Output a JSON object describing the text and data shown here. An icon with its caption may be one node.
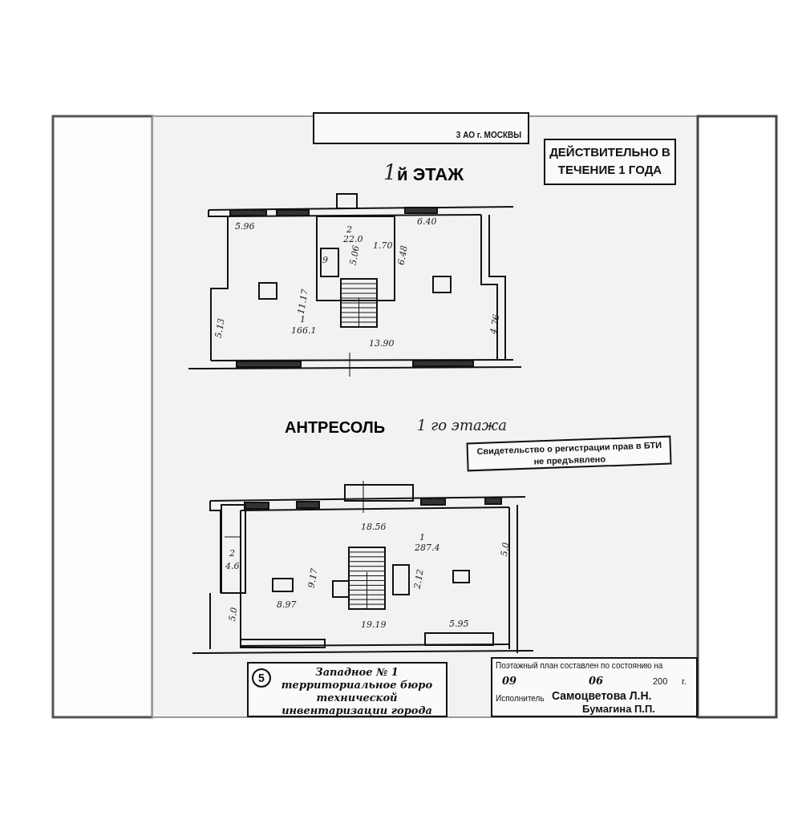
{
  "diagram": {
    "nodes": [
      {
        "text": [
          "3 АО г. МОСКВЫ"
        ]
      },
      {
        "text": [
          "ДЕЙСТВИТЕЛЬНО В ТЕЧЕНИЕ 1 ГОДА"
        ]
      },
      {
        "text": [
          "Свидетельство о регистрации прав в БТИ не предъявлено"
        ]
      },
      {
        "text": [
          "5",
          "Западное № 1 территориальное бюро технической инвентаризации города Москвы"
        ]
      },
      {
        "text": [
          "Поэтажный план составлен по состоянию на",
          "09",
          "06",
          "200",
          "г.",
          "Исполнитель",
          "Самоцветова Л.Н.",
          "Бумагина П.П."
        ]
      }
    ],
    "labels": [
      "1",
      "й ЭТАЖ",
      "5.96",
      "2",
      "22.0",
      "5.06",
      "1.70",
      "6.48",
      "9",
      "6.40",
      "11.17",
      "1",
      "166.1",
      "5.13",
      "4.76",
      "13.90",
      "АНТРЕСОЛЬ",
      "1 го этажа",
      "18.56",
      "1",
      "287.4",
      "5.0",
      "2",
      "4.6",
      "9.17",
      "2.12",
      "8.97",
      "19.19",
      "5.95",
      "5.0"
    ]
  }
}
